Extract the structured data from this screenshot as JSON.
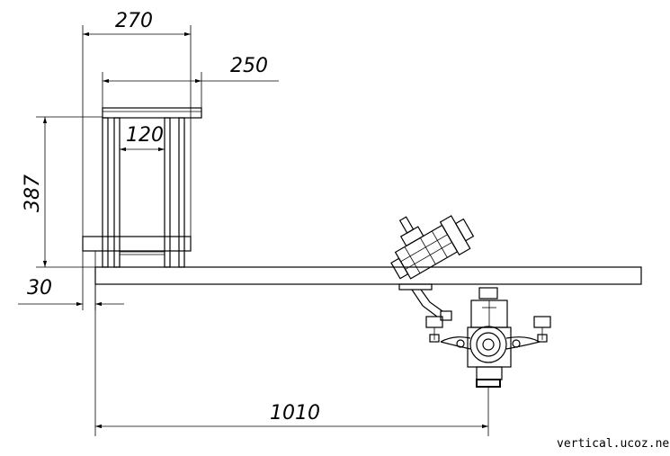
{
  "dimensions": {
    "d270": "270",
    "d250": "250",
    "d120": "120",
    "d387": "387",
    "d30": "30",
    "d1010": "1010"
  },
  "watermark": "vertical.ucoz.net",
  "colors": {
    "line": "#000000",
    "background": "#ffffff"
  }
}
